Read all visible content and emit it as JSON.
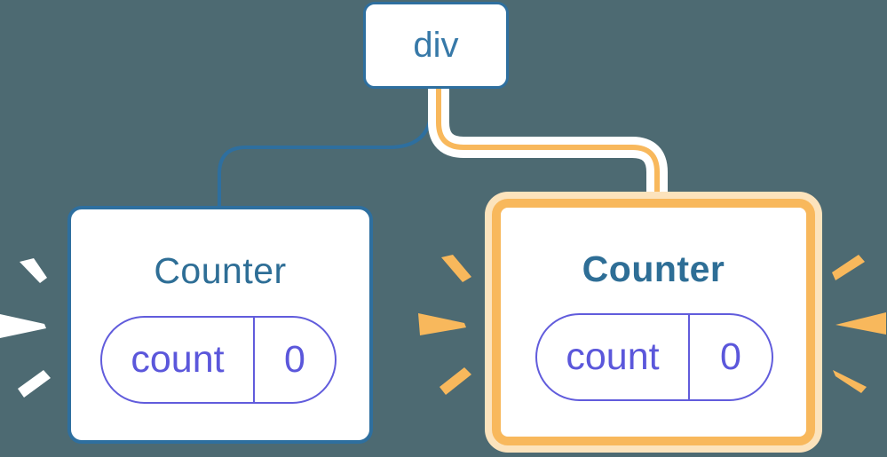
{
  "diagram": {
    "description": "React render tree: a div root node with two Counter components; the right Counter is highlighted as re-rendering",
    "background_color": "#4D6A72",
    "root_node": {
      "label": "div"
    },
    "cards": {
      "left": {
        "title": "Counter",
        "state": {
          "name": "count",
          "value": "0"
        },
        "highlighted": false
      },
      "right": {
        "title": "Counter",
        "state": {
          "name": "count",
          "value": "0"
        },
        "highlighted": true
      }
    },
    "colors": {
      "node_border_blue": "#2E6F9F",
      "node_text_blue": "#3779A8",
      "title_blue": "#2E6E96",
      "edge_blue": "#2E6F9F",
      "pill_purple_border": "#615CDC",
      "pill_purple_text": "#5B57DB",
      "highlight_orange": "#F8B85C",
      "highlight_orange_light": "#FCE3BC",
      "edge_outline_white": "#FFFFFF",
      "spark_white": "#FFFFFF",
      "card_background": "#FFFFFF"
    }
  }
}
